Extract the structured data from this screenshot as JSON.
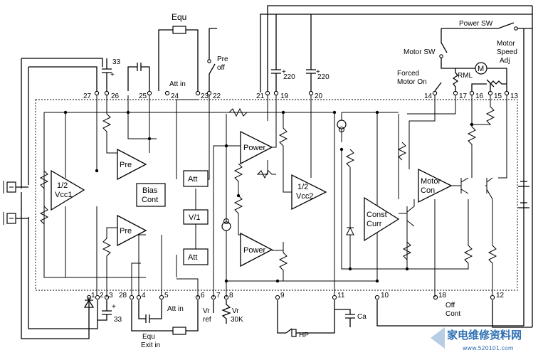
{
  "diagram": {
    "top_labels": {
      "equ": "Equ",
      "power_sw": "Power SW",
      "motor_speed_adj": [
        "Motor",
        "Speed",
        "Adj"
      ],
      "motor_sw": "Motor SW",
      "forced_motor_on": [
        "Forced",
        "Motor On"
      ],
      "rml": "RML",
      "pre_off": [
        "Pre",
        "off"
      ],
      "att_in_top": "Att in",
      "cap33_top": "33",
      "cap220_a": "220",
      "cap220_b": "220"
    },
    "pins_top": [
      "27",
      "26",
      "25",
      "24",
      "23",
      "22",
      "21",
      "19",
      "20",
      "14",
      "17",
      "16",
      "15",
      "13"
    ],
    "pins_bottom": [
      "1",
      "2",
      "3",
      "28",
      "4",
      "5",
      "6",
      "7",
      "8",
      "9",
      "11",
      "10",
      "18",
      "12"
    ],
    "blocks": {
      "vcc1": [
        "1/2",
        "Vcc1"
      ],
      "pre_top": "Pre",
      "pre_bottom": "Pre",
      "bias": [
        "Bias",
        "Cont"
      ],
      "att_top": "Att",
      "v1": "V/1",
      "att_bottom": "Att",
      "power_top": "Power",
      "power_bottom": "Power",
      "vcc2": [
        "1/2",
        "Vcc2"
      ],
      "const_curr": [
        "Const",
        "Curr"
      ],
      "motor_con": [
        "Motor",
        "Con"
      ],
      "motor": "M"
    },
    "bottom_labels": {
      "cap33_bottom": "33",
      "att_in_bottom": "Att in",
      "equ_exit_in": [
        "Equ",
        "Exit in"
      ],
      "vr_ref": [
        "Vr",
        "ref"
      ],
      "vr_30k": [
        "Vr",
        "30K"
      ],
      "hp": "HP",
      "ca": "Ca",
      "off_cont": [
        "Off",
        "Cont"
      ]
    },
    "watermark": {
      "title": "家电维修资料网",
      "url": "www.520101.com"
    },
    "colors": {
      "ink": "#000000",
      "watermark": "#2d6fb3"
    }
  }
}
